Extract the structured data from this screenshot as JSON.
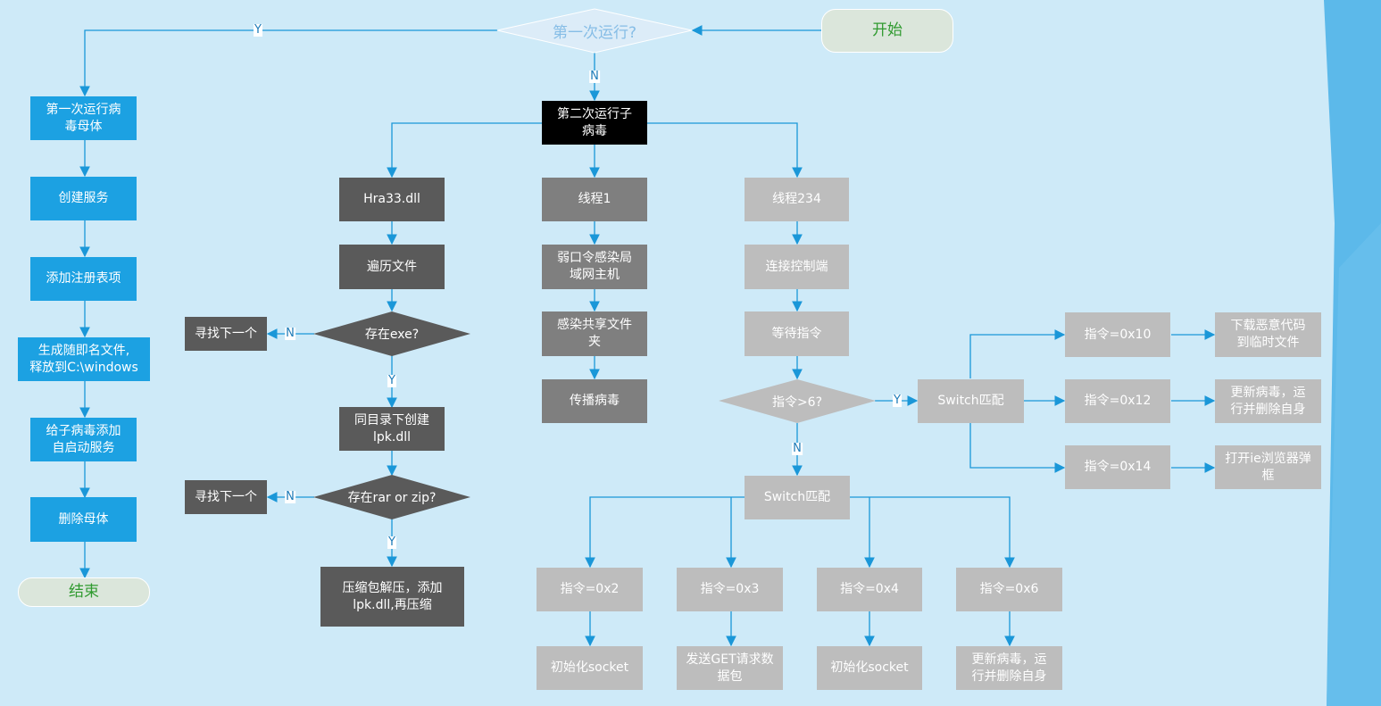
{
  "colors": {
    "background": "#ceeaf8",
    "edge": "#1a97d8",
    "blue_node": "#1ca1e2",
    "dark_node": "#5a5a5a",
    "mid_node": "#7f7f7f",
    "light_node": "#bdbdbd",
    "terminal_fill": "#dbe6db",
    "terminal_text": "#2f9a2f",
    "decision_first_fill": "#dcecf8",
    "side_band": "#5cb9ea"
  },
  "nodes": {
    "start": "开始",
    "decision_first_run": "第一次运行?",
    "first_run_parent": "第一次运行病\n毒母体",
    "create_service": "创建服务",
    "add_registry": "添加注册表项",
    "gen_random_file": "生成随即名文件,\n释放到C:\\windows",
    "add_autostart": "给子病毒添加\n自启动服务",
    "delete_parent": "删除母体",
    "end": "结束",
    "second_run_child": "第二次运行子\n病毒",
    "hra33": "Hra33.dll",
    "traverse_files": "遍历文件",
    "decision_exe": "存在exe?",
    "find_next_1": "寻找下一个",
    "create_lpk": "同目录下创建\nlpk.dll",
    "decision_rar_zip": "存在rar or zip?",
    "find_next_2": "寻找下一个",
    "repack": "压缩包解压，添加\nlpk.dll,再压缩",
    "thread1": "线程1",
    "weak_password": "弱口令感染局\n域网主机",
    "infect_share": "感染共享文件\n夹",
    "spread": "传播病毒",
    "thread234": "线程234",
    "connect_c2": "连接控制端",
    "wait_cmd": "等待指令",
    "decision_cmd_gt6": "指令>6?",
    "switch_high": "Switch匹配",
    "cmd_0x10": "指令=0x10",
    "cmd_0x12": "指令=0x12",
    "cmd_0x14": "指令=0x14",
    "act_0x10": "下载恶意代码\n到临时文件",
    "act_0x12": "更新病毒，运\n行并删除自身",
    "act_0x14": "打开ie浏览器弹\n框",
    "switch_low": "Switch匹配",
    "cmd_0x2": "指令=0x2",
    "cmd_0x3": "指令=0x3",
    "cmd_0x4": "指令=0x4",
    "cmd_0x6": "指令=0x6",
    "act_0x2": "初始化socket",
    "act_0x3": "发送GET请求数\n据包",
    "act_0x4": "初始化socket",
    "act_0x6": "更新病毒，运\n行并删除自身"
  },
  "edge_labels": {
    "first_yes": "Y",
    "first_no": "N",
    "exe_no": "N",
    "exe_yes": "Y",
    "rar_no": "N",
    "rar_yes": "Y",
    "cmd_yes": "Y",
    "cmd_no": "N"
  }
}
